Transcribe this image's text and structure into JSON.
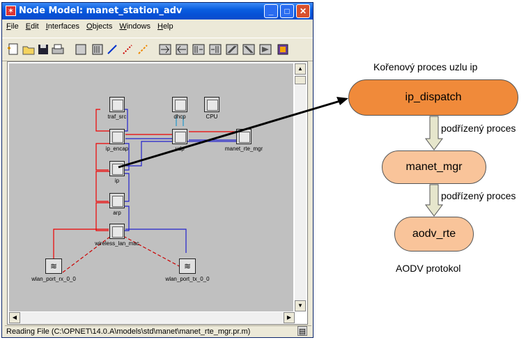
{
  "window": {
    "title": "Node Model: manet_station_adv",
    "controls": {
      "minimize": "_",
      "maximize": "□",
      "close": "✕"
    }
  },
  "menu": {
    "items": [
      {
        "pre": "",
        "u": "F",
        "post": "ile"
      },
      {
        "pre": "",
        "u": "E",
        "post": "dit"
      },
      {
        "pre": "",
        "u": "I",
        "post": "nterfaces"
      },
      {
        "pre": "",
        "u": "O",
        "post": "bjects"
      },
      {
        "pre": "",
        "u": "W",
        "post": "indows"
      },
      {
        "pre": "",
        "u": "H",
        "post": "elp"
      }
    ]
  },
  "toolbar": {
    "icons": [
      "new-icon",
      "open-icon",
      "save-icon",
      "print-icon",
      "processor-icon",
      "queue-icon",
      "stream-icon",
      "statwire-icon",
      "logical-icon",
      "transmitter-icon",
      "receiver-icon",
      "transmitter-2-icon",
      "receiver-2-icon",
      "radio-tx-icon",
      "radio-rx-icon",
      "antenna-icon",
      "link-icon"
    ]
  },
  "canvas": {
    "modules": {
      "traf_src": "traf_src",
      "ip_encap": "ip_encap",
      "ip": "ip",
      "arp": "arp",
      "wireless_lan_mac": "wireless_lan_mac",
      "dhcp": "dhcp",
      "CPU": "CPU",
      "udp": "udp",
      "manet_rte_mgr": "manet_rte_mgr",
      "wlan_port_rx_0_0": "wlan_port_rx_0_0",
      "wlan_port_tx_0_0": "wlan_port_tx_0_0"
    }
  },
  "status": {
    "text": "Reading File (C:\\OPNET\\14.0.A\\models\\std\\manet\\manet_rte_mgr.pr.m)"
  },
  "diagram": {
    "root_caption": "Kořenový proces uzlu ip",
    "nodes": {
      "ip_dispatch": "ip_dispatch",
      "manet_mgr": "manet_mgr",
      "aodv_rte": "aodv_rte"
    },
    "edge_label_1": "podřízený proces",
    "edge_label_2": "podřízený proces",
    "bottom_caption": "AODV protokol",
    "colors": {
      "ip_dispatch": "#f08a3a",
      "manet_mgr": "#f9c49a",
      "aodv_rte": "#f9c49a",
      "arrow_fill": "#e6e6cc"
    }
  }
}
